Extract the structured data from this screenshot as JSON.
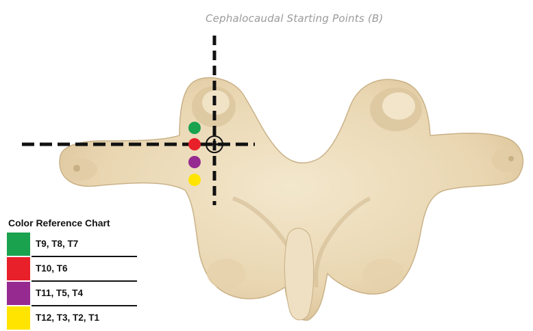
{
  "title": "Cephalocaudal Starting Points (B)",
  "legend": {
    "title": "Color Reference Chart",
    "items": [
      {
        "label": "T9, T8, T7",
        "color": "#1aa24f"
      },
      {
        "label": "T10, T6",
        "color": "#e8202a"
      },
      {
        "label": "T11, T5, T4",
        "color": "#962a91"
      },
      {
        "label": "T12, T3, T2, T1",
        "color": "#ffe400"
      }
    ]
  },
  "colors": {
    "bone": "#ecdcbd",
    "bone_shadow": "#cbb48c",
    "crosshair": "#111111"
  }
}
